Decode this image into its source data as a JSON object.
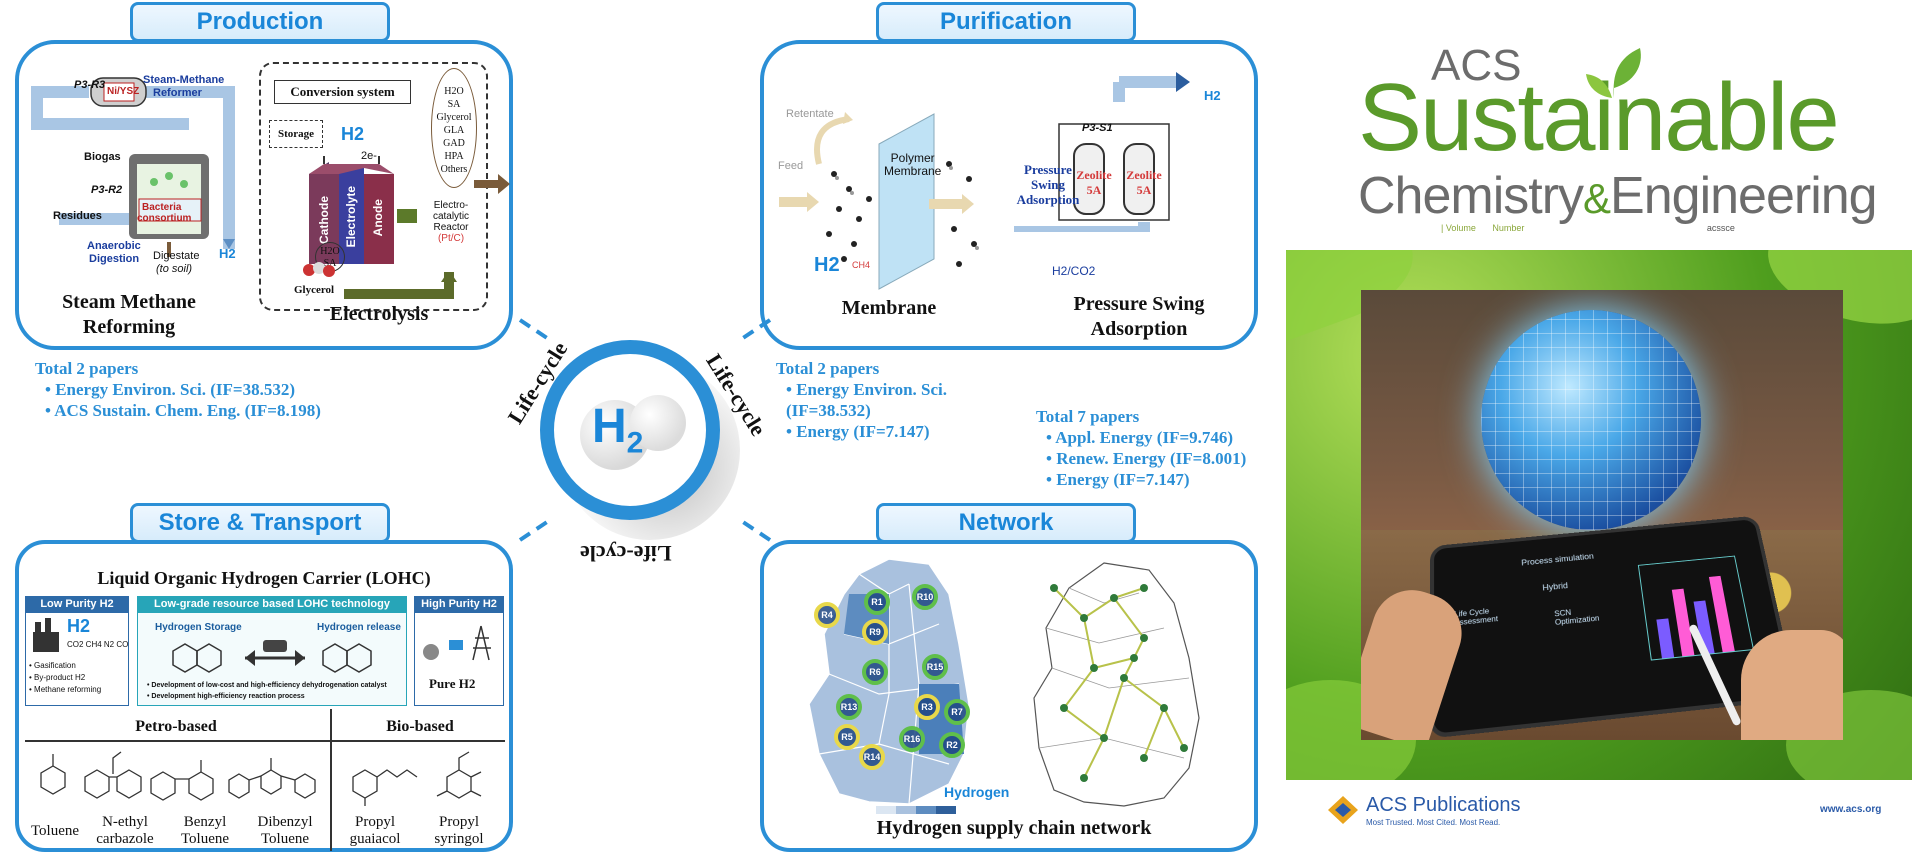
{
  "sections": {
    "production": {
      "title": "Production",
      "smr_caption_1": "Steam Methane",
      "smr_caption_2": "Reforming",
      "electrolysis_caption": "Electrolysis",
      "labels": {
        "p3r3": "P3-R3",
        "smr_title_1": "Steam-Methane",
        "smr_title_2": "Reformer",
        "nilysz": "Ni/YSZ",
        "biogas": "Biogas",
        "p3r2": "P3-R2",
        "residues": "Residues",
        "bacteria_1": "Bacteria",
        "bacteria_2": "consortium",
        "anaerobic_1": "Anaerobic",
        "anaerobic_2": "Digestion",
        "digestate_1": "Digestate",
        "digestate_2": "(to soil)",
        "h2": "H2",
        "conversion_system": "Conversion system",
        "storage": "Storage",
        "e_minus": "2e-",
        "cathode": "Cathode",
        "electrolyte": "Electrolyte",
        "anode": "Anode",
        "h2o_sa_1": "H2O",
        "h2o_sa_2": "SA",
        "glycerol": "Glycerol",
        "reactor_1": "Electro-",
        "reactor_2": "catalytic",
        "reactor_3": "Reactor",
        "reactor_4": "(Pt/C)",
        "products": [
          "H2O",
          "SA",
          "Glycerol",
          "GLA",
          "GAD",
          "HPA",
          "Others"
        ]
      }
    },
    "purification": {
      "title": "Purification",
      "membrane_caption": "Membrane",
      "psa_caption_1": "Pressure Swing",
      "psa_caption_2": "Adsorption",
      "labels": {
        "retentate": "Retentate",
        "feed": "Feed",
        "polymer_1": "Polymer",
        "polymer_2": "Membrane",
        "h2": "H2",
        "ch4": "CH4",
        "p3s1": "P3-S1",
        "psa_1": "Pressure",
        "psa_2": "Swing",
        "psa_3": "Adsorption",
        "zeolite_1": "Zeolite",
        "zeolite_2": "5A",
        "h2_out": "H2",
        "h2co2": "H2/CO2"
      }
    },
    "store": {
      "title": "Store & Transport",
      "lohc_title": "Liquid Organic Hydrogen Carrier (LOHC)",
      "low_purity": "Low Purity H2",
      "lowgrade": "Low-grade resource based LOHC technology",
      "high_purity": "High Purity H2",
      "h2_big": "H2",
      "gases": "CO2  CH4  N2  CO",
      "bullets": [
        "Gasification",
        "By-product H2",
        "Methane reforming"
      ],
      "hydrogen_storage": "Hydrogen Storage",
      "hydrogen_release": "Hydrogen release",
      "dev_1": "Development of low-cost and high-efficiency dehydrogenation catalyst",
      "dev_2": "Development high-efficiency reaction process",
      "pure_h2": "Pure H2",
      "petro_based": "Petro-based",
      "bio_based": "Bio-based",
      "chemicals": [
        {
          "l1": "Toluene",
          "l2": ""
        },
        {
          "l1": "N-ethyl",
          "l2": "carbazole"
        },
        {
          "l1": "Benzyl",
          "l2": "Toluene"
        },
        {
          "l1": "Dibenzyl",
          "l2": "Toluene"
        },
        {
          "l1": "Propyl",
          "l2": "guaiacol"
        },
        {
          "l1": "Propyl",
          "l2": "syringol"
        }
      ]
    },
    "network": {
      "title": "Network",
      "caption": "Hydrogen supply chain network",
      "hydrogen_label": "Hydrogen",
      "regions": [
        "R4",
        "R1",
        "R10",
        "R9",
        "R15",
        "R6",
        "R3",
        "R7",
        "R13",
        "R5",
        "R16",
        "R2",
        "R14"
      ]
    }
  },
  "papers": {
    "production": {
      "title": "Total 2 papers",
      "items": [
        "Energy Environ. Sci. (IF=38.532)",
        "ACS Sustain. Chem. Eng. (IF=8.198)"
      ]
    },
    "purification": {
      "title": "Total 2 papers",
      "items": [
        "Energy Environ. Sci.",
        "(IF=38.532)",
        "Energy (IF=7.147)"
      ]
    },
    "network": {
      "title": "Total 7 papers",
      "items": [
        "Appl. Energy (IF=9.746)",
        "Renew. Energy (IF=8.001)",
        "Energy (IF=7.147)"
      ]
    }
  },
  "center": {
    "h2": "H",
    "sub": "2",
    "lifecycle": "Life-cycle"
  },
  "cover": {
    "acs": "ACS",
    "sustainable": "Sustainable",
    "chem": "Chemistry",
    "amp": "&",
    "eng": "Engineering",
    "volume": "| Volume",
    "number": "Number",
    "code": "acssce",
    "publisher": "ACS Publications",
    "tagline": "Most Trusted. Most Cited. Most Read.",
    "url": "www.acs.org",
    "tablet_labels": [
      "Process simulation",
      "Hybrid",
      "Life Cycle Assessment",
      "SCN Optimization"
    ]
  },
  "colors": {
    "accent_blue": "#2b8fd6",
    "cover_green": "#5a9a2a",
    "cover_gray": "#666666"
  }
}
